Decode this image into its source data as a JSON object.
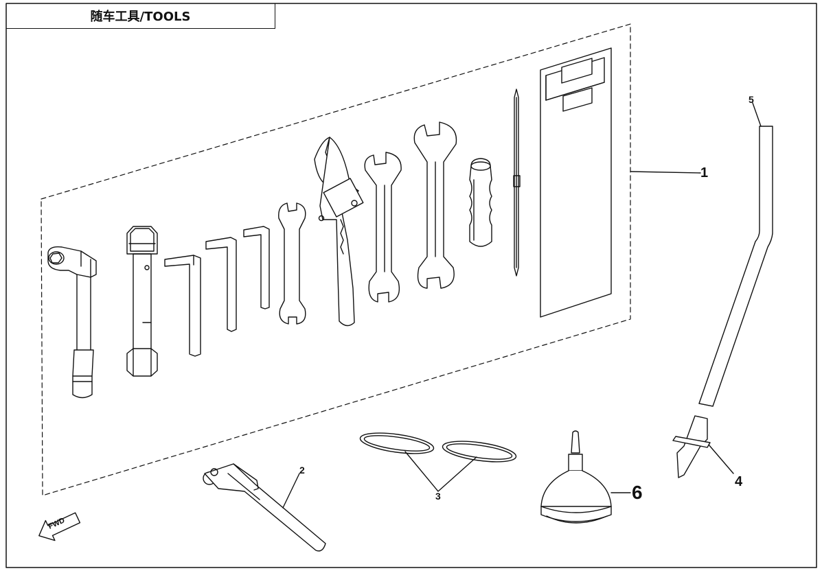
{
  "title": "随车工具/TOOLS",
  "fwd_label": "FWD",
  "callouts": [
    {
      "id": "1",
      "label": "1"
    },
    {
      "id": "2",
      "label": "2"
    },
    {
      "id": "3",
      "label": "3"
    },
    {
      "id": "4",
      "label": "4"
    },
    {
      "id": "5",
      "label": "5"
    },
    {
      "id": "6",
      "label": "6"
    }
  ],
  "colors": {
    "ink": "#111111",
    "fill": "#ffffff",
    "shade": "#dddddd"
  }
}
